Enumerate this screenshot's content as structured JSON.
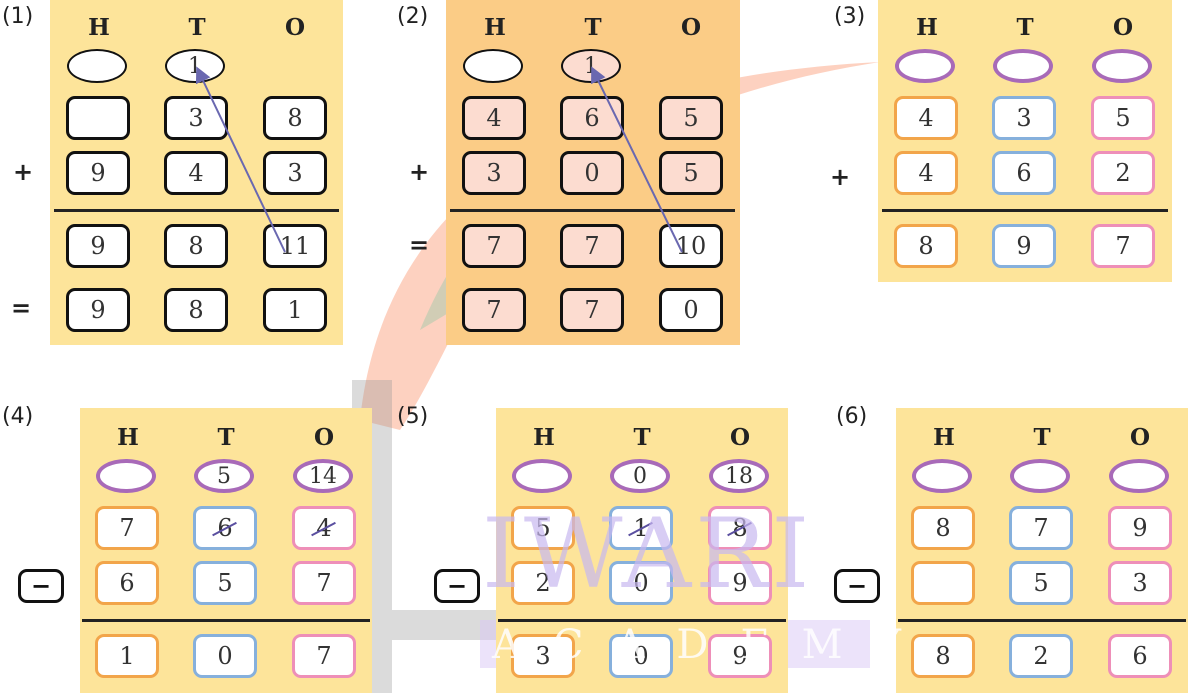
{
  "headers": [
    "H",
    "T",
    "O"
  ],
  "watermark": {
    "line1": "IWARI",
    "line2": "ACADEMY"
  },
  "problems": [
    {
      "label": "(1)",
      "carries": [
        "",
        "1",
        ""
      ],
      "row1": [
        "",
        "3",
        "8"
      ],
      "op": "+",
      "row2": [
        "9",
        "4",
        "3"
      ],
      "eq1": "=",
      "partial": [
        "9",
        "8",
        "11"
      ],
      "eq2": "=",
      "result": [
        "9",
        "8",
        "1"
      ]
    },
    {
      "label": "(2)",
      "carries": [
        "",
        "1",
        ""
      ],
      "row1": [
        "4",
        "6",
        "5"
      ],
      "op": "+",
      "row2": [
        "3",
        "0",
        "5"
      ],
      "eq1": "=",
      "partial": [
        "7",
        "7",
        "10"
      ],
      "result": [
        "7",
        "7",
        "0"
      ]
    },
    {
      "label": "(3)",
      "carries": [
        "",
        "",
        ""
      ],
      "row1": [
        "4",
        "3",
        "5"
      ],
      "op": "+",
      "row2": [
        "4",
        "6",
        "2"
      ],
      "result": [
        "8",
        "9",
        "7"
      ]
    },
    {
      "label": "(4)",
      "borrows": [
        "",
        "5",
        "14"
      ],
      "row1": [
        "7",
        "6",
        "4"
      ],
      "op": "−",
      "row2": [
        "6",
        "5",
        "7"
      ],
      "result": [
        "1",
        "0",
        "7"
      ]
    },
    {
      "label": "(5)",
      "borrows": [
        "",
        "0",
        "18"
      ],
      "row1": [
        "5",
        "1",
        "8"
      ],
      "op": "−",
      "row2": [
        "2",
        "0",
        "9"
      ],
      "result": [
        "3",
        "0",
        "9"
      ]
    },
    {
      "label": "(6)",
      "borrows": [
        "",
        "",
        ""
      ],
      "row1": [
        "8",
        "7",
        "9"
      ],
      "op": "−",
      "row2": [
        "",
        "5",
        "3"
      ],
      "result": [
        "8",
        "2",
        "6"
      ]
    }
  ]
}
